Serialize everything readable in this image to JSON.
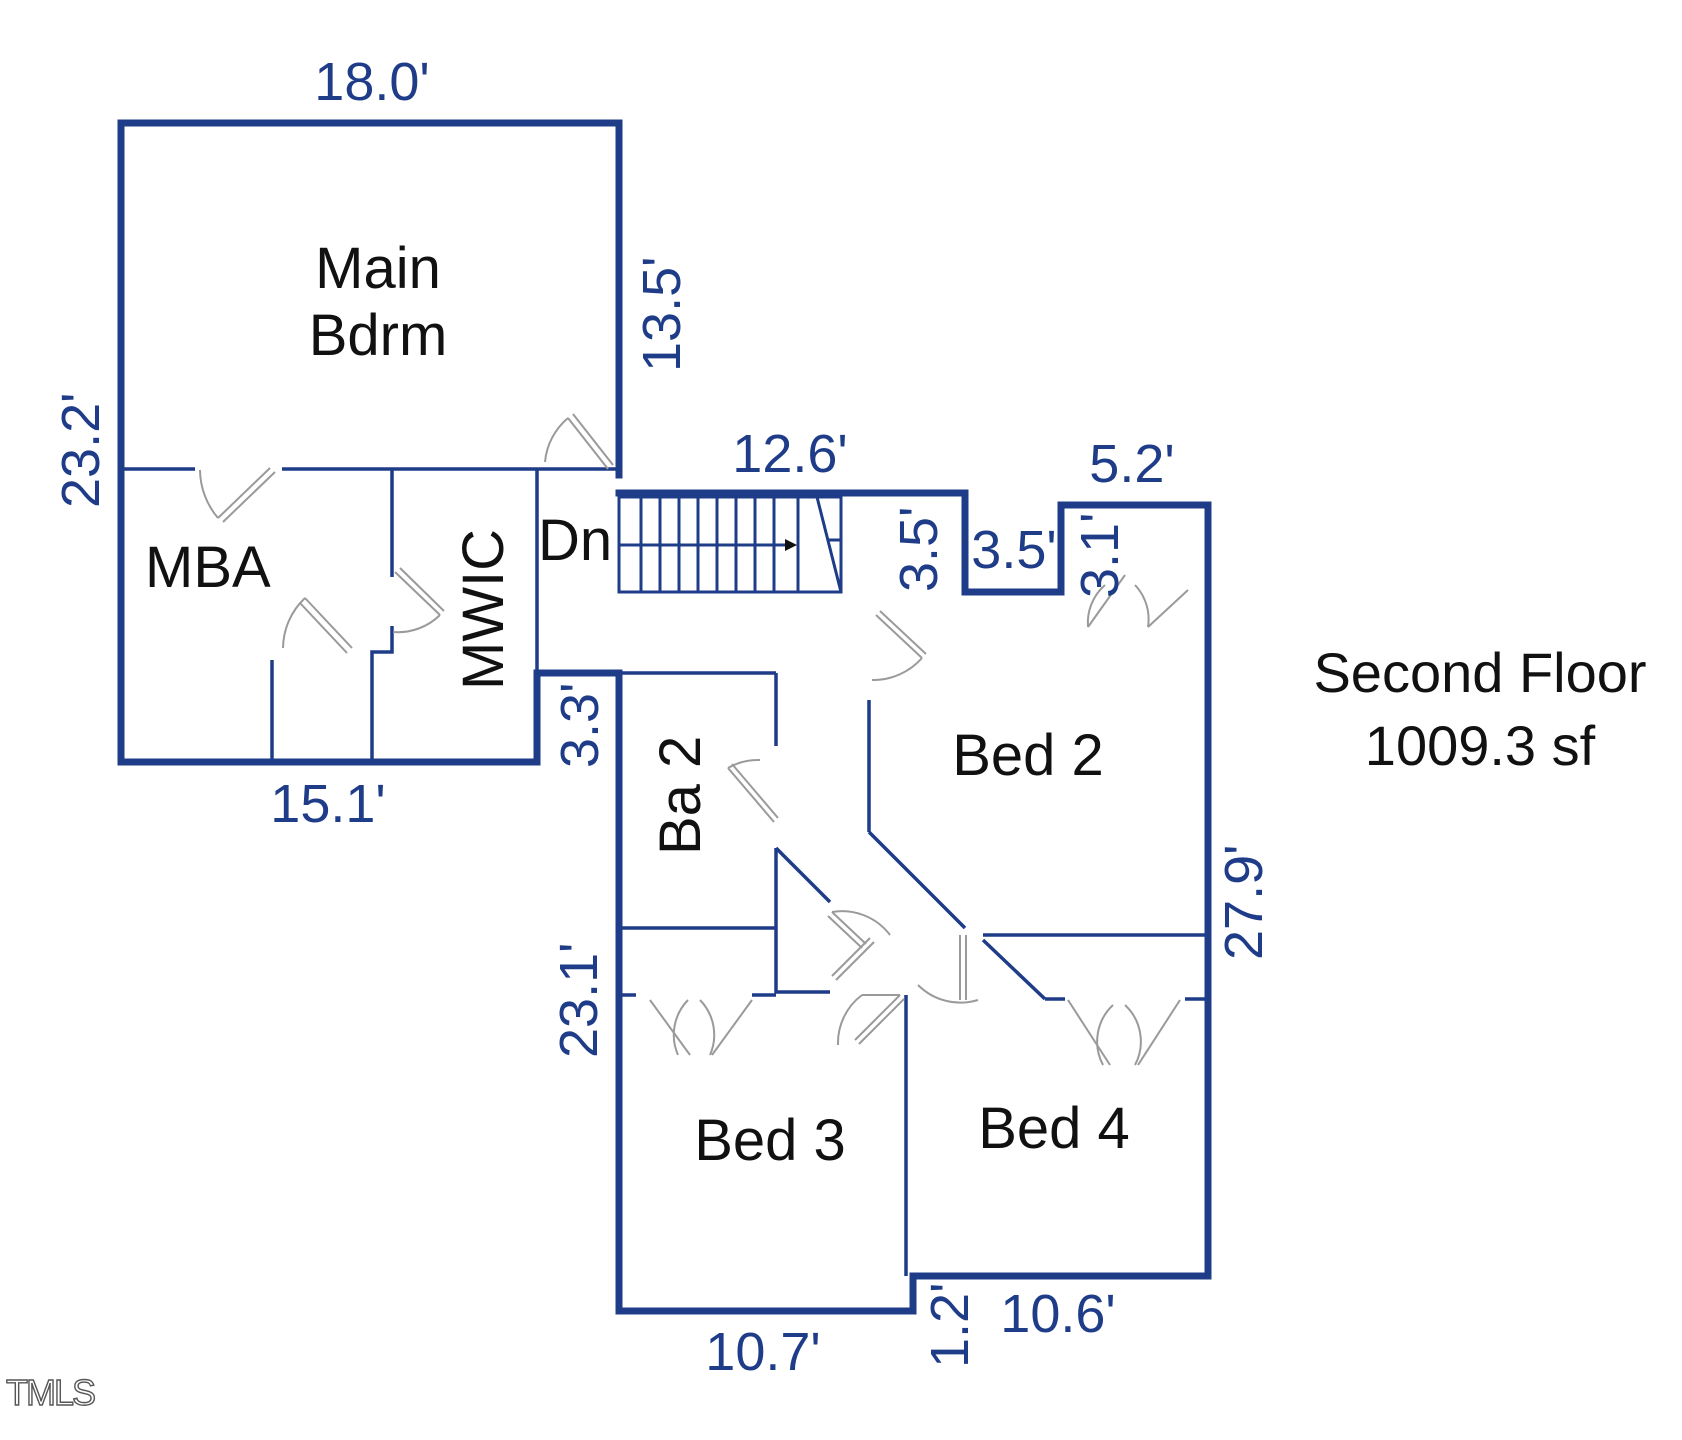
{
  "floor": {
    "title": "Second Floor",
    "area": "1009.3 sf"
  },
  "rooms": {
    "main_bdrm_line1": "Main",
    "main_bdrm_line2": "Bdrm",
    "mba": "MBA",
    "mwic": "MWIC",
    "dn": "Dn",
    "ba2": "Ba 2",
    "bed2": "Bed 2",
    "bed3": "Bed 3",
    "bed4": "Bed 4"
  },
  "dimensions": {
    "top_width": "18.0'",
    "left_height": "23.2'",
    "main_right": "13.5'",
    "hall_width": "12.6'",
    "bed2_top": "5.2'",
    "stair_height": "3.5'",
    "notch_width": "3.5'",
    "notch_height": "3.1'",
    "mba_bottom": "15.1'",
    "ba2_left_top": "3.3'",
    "right_height": "27.9'",
    "lower_left_height": "23.1'",
    "bed3_bottom": "10.7'",
    "step_height": "1.2'",
    "bed4_bottom": "10.6'"
  },
  "watermark": "TMLS"
}
